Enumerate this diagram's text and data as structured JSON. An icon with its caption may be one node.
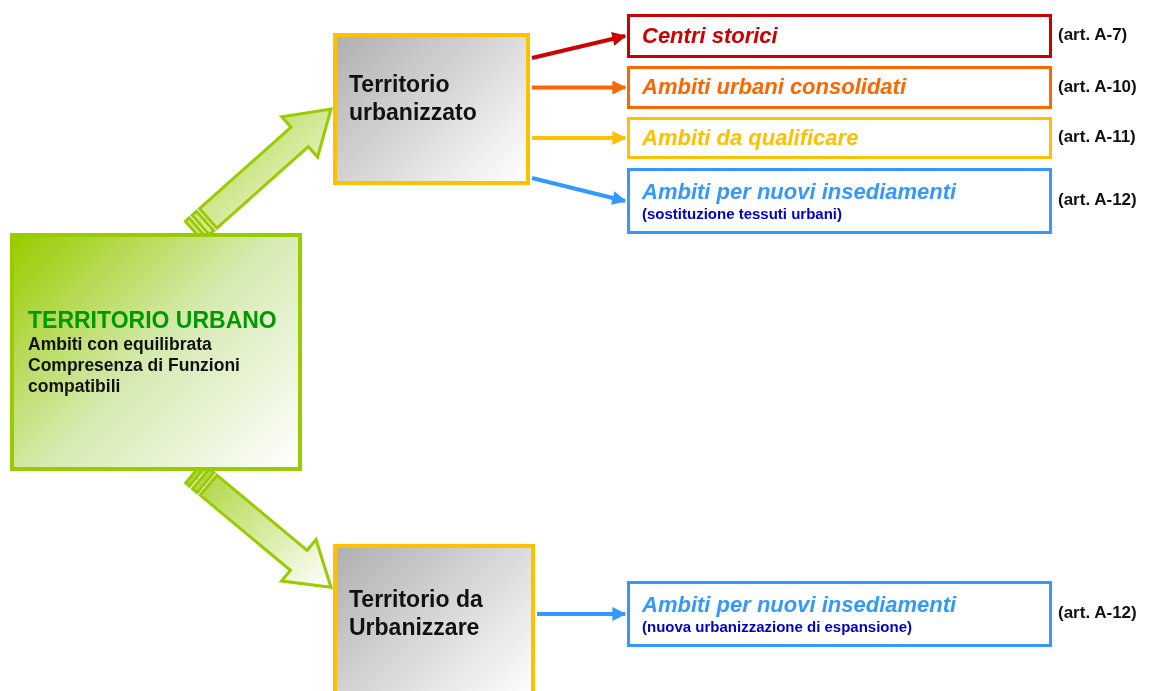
{
  "diagram": {
    "nodes": [
      {
        "text": [
          "TERRITORIO URBANO",
          "Ambiti con equilibrata Compresenza di Funzioni compatibili"
        ]
      },
      {
        "text": [
          "Territorio urbanizzato"
        ]
      },
      {
        "text": [
          "Centri storici"
        ],
        "beside": [
          "(art. A-7)"
        ]
      },
      {
        "text": [
          "Ambiti urbani consolidati"
        ],
        "beside": [
          "(art. A-10)"
        ]
      },
      {
        "text": [
          "Ambiti da qualificare"
        ],
        "beside": [
          "(art. A-11)"
        ]
      },
      {
        "text": [
          "Ambiti per nuovi insediamenti",
          "(sostituzione tessuti urbani)"
        ],
        "beside": [
          "(art. A-12)"
        ]
      },
      {
        "text": [
          "Territorio da Urbanizzare"
        ]
      },
      {
        "text": [
          "Ambiti per nuovi insediamenti",
          "(nuova urbanizzazione di espansione)"
        ],
        "beside": [
          "(art. A-12)"
        ]
      }
    ],
    "edges": [
      {
        "from": 0,
        "to": 1,
        "arrow": "to",
        "style": "thick",
        "color": "#99cc00"
      },
      {
        "from": 0,
        "to": 6,
        "arrow": "to",
        "style": "thick",
        "color": "#99cc00"
      },
      {
        "from": 1,
        "to": 2,
        "arrow": "to",
        "color": "#cc0000"
      },
      {
        "from": 1,
        "to": 3,
        "arrow": "to",
        "color": "#ff6600"
      },
      {
        "from": 1,
        "to": 4,
        "arrow": "to",
        "color": "#ffc000"
      },
      {
        "from": 1,
        "to": 5,
        "arrow": "to",
        "color": "#3399ff"
      },
      {
        "from": 6,
        "to": 7,
        "arrow": "to",
        "color": "#3399ff"
      }
    ]
  }
}
